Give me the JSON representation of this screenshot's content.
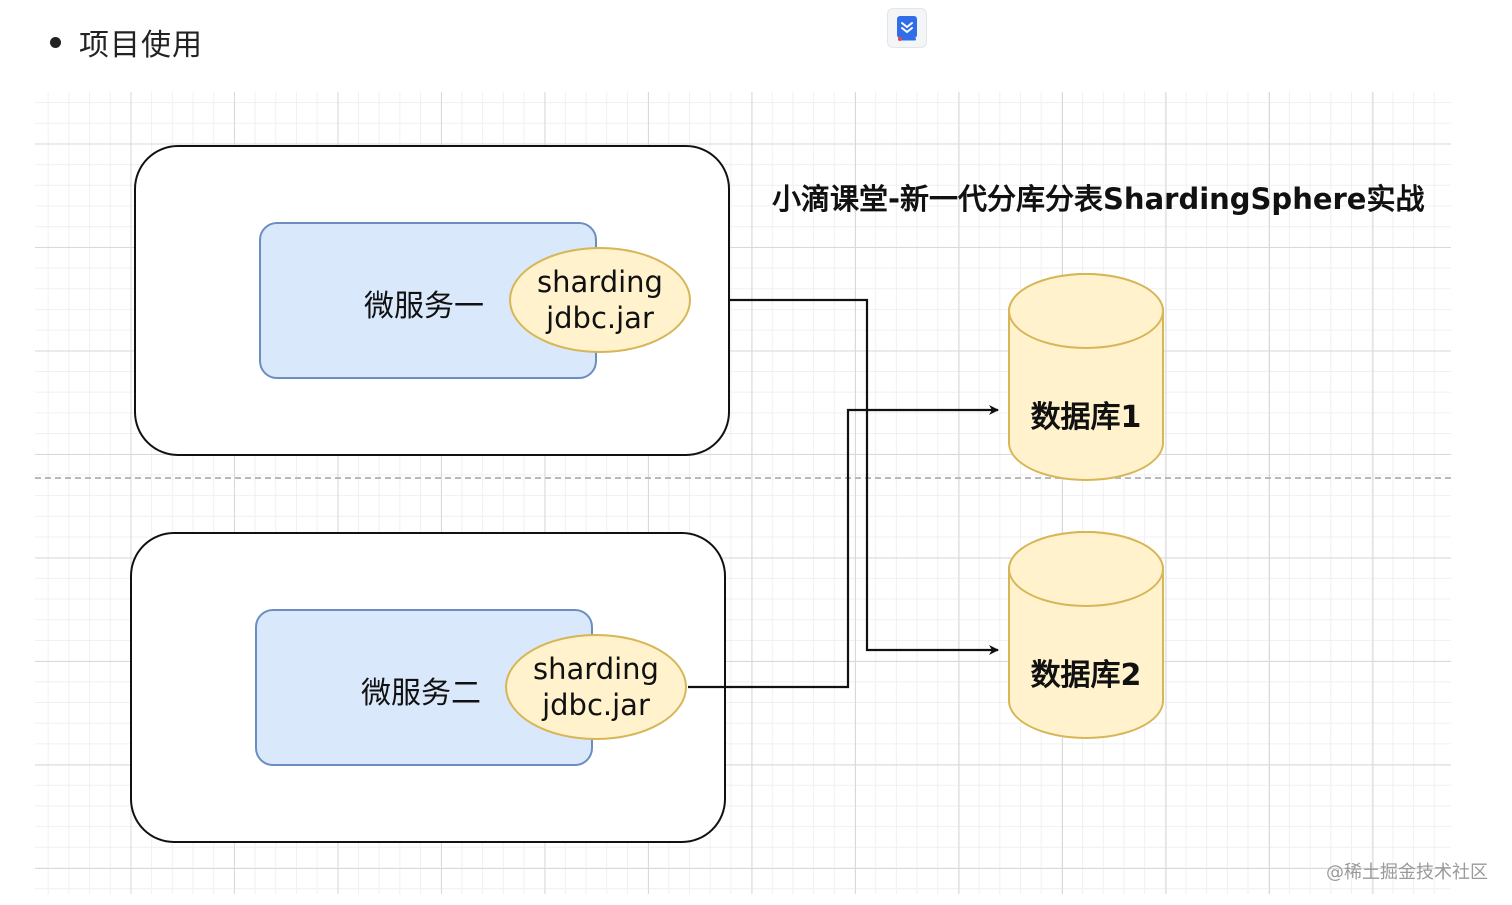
{
  "header": {
    "bullet_text": "项目使用"
  },
  "diagram": {
    "title": "小滴课堂-新一代分库分表ShardingSphere实战",
    "services": [
      {
        "label": "微服务一",
        "jar_line1": "sharding",
        "jar_line2": "jdbc.jar"
      },
      {
        "label": "微服务二",
        "jar_line1": "sharding",
        "jar_line2": "jdbc.jar"
      }
    ],
    "databases": [
      {
        "label": "数据库1"
      },
      {
        "label": "数据库2"
      }
    ]
  },
  "watermark": "@稀土掘金技术社区",
  "colors": {
    "service_fill": "#dae8fc",
    "service_stroke": "#6c8ebf",
    "jar_fill": "#fff2cc",
    "jar_stroke": "#d6b656",
    "db_fill": "#fff2cc",
    "db_stroke": "#d6b656"
  }
}
